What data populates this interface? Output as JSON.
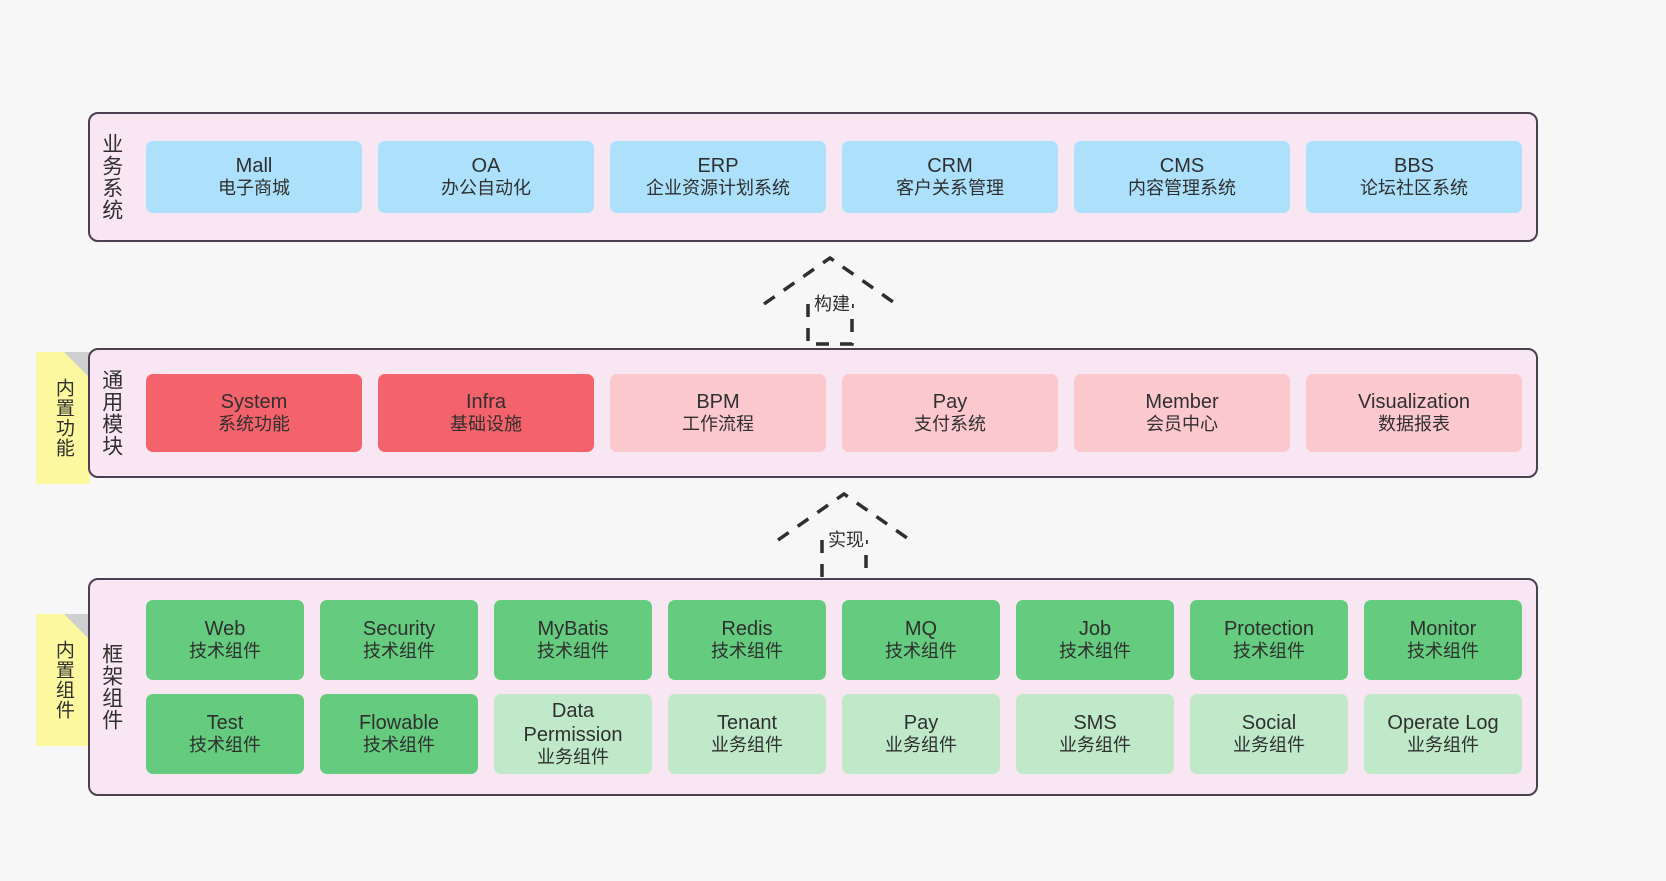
{
  "diagram": {
    "background": "#f7f7f7",
    "colors": {
      "layer_fill": "#f8e7f2",
      "layer_border": "#4a4050",
      "blue": "#ace0fb",
      "red": "#f4636b",
      "pink": "#fbc8ce",
      "green": "#65cb7e",
      "light_green": "#bfe9c8",
      "note_yellow": "#fbf8a0",
      "note_fold": "#cfcfcf"
    }
  },
  "layers": {
    "business": {
      "title": "业务系统",
      "cards": [
        {
          "en": "Mall",
          "cn": "电子商城",
          "style": "blue"
        },
        {
          "en": "OA",
          "cn": "办公自动化",
          "style": "blue"
        },
        {
          "en": "ERP",
          "cn": "企业资源计划系统",
          "style": "blue"
        },
        {
          "en": "CRM",
          "cn": "客户关系管理",
          "style": "blue"
        },
        {
          "en": "CMS",
          "cn": "内容管理系统",
          "style": "blue"
        },
        {
          "en": "BBS",
          "cn": "论坛社区系统",
          "style": "blue"
        }
      ]
    },
    "modules": {
      "title": "通用模块",
      "note": "内置功能",
      "cards": [
        {
          "en": "System",
          "cn": "系统功能",
          "style": "red"
        },
        {
          "en": "Infra",
          "cn": "基础设施",
          "style": "red"
        },
        {
          "en": "BPM",
          "cn": "工作流程",
          "style": "pink"
        },
        {
          "en": "Pay",
          "cn": "支付系统",
          "style": "pink"
        },
        {
          "en": "Member",
          "cn": "会员中心",
          "style": "pink"
        },
        {
          "en": "Visualization",
          "cn": "数据报表",
          "style": "pink"
        }
      ]
    },
    "framework": {
      "title": "框架组件",
      "note": "内置组件",
      "row1": [
        {
          "en": "Web",
          "cn": "技术组件",
          "style": "green"
        },
        {
          "en": "Security",
          "cn": "技术组件",
          "style": "green"
        },
        {
          "en": "MyBatis",
          "cn": "技术组件",
          "style": "green"
        },
        {
          "en": "Redis",
          "cn": "技术组件",
          "style": "green"
        },
        {
          "en": "MQ",
          "cn": "技术组件",
          "style": "green"
        },
        {
          "en": "Job",
          "cn": "技术组件",
          "style": "green"
        },
        {
          "en": "Protection",
          "cn": "技术组件",
          "style": "green"
        },
        {
          "en": "Monitor",
          "cn": "技术组件",
          "style": "green"
        }
      ],
      "row2": [
        {
          "en": "Test",
          "cn": "技术组件",
          "style": "green"
        },
        {
          "en": "Flowable",
          "cn": "技术组件",
          "style": "green"
        },
        {
          "en": "Data Permission",
          "cn": "业务组件",
          "style": "ltgreen"
        },
        {
          "en": "Tenant",
          "cn": "业务组件",
          "style": "ltgreen"
        },
        {
          "en": "Pay",
          "cn": "业务组件",
          "style": "ltgreen"
        },
        {
          "en": "SMS",
          "cn": "业务组件",
          "style": "ltgreen"
        },
        {
          "en": "Social",
          "cn": "业务组件",
          "style": "ltgreen"
        },
        {
          "en": "Operate Log",
          "cn": "业务组件",
          "style": "ltgreen"
        }
      ]
    }
  },
  "arrows": [
    {
      "name": "build",
      "label": "构建"
    },
    {
      "name": "implement",
      "label": "实现"
    }
  ]
}
